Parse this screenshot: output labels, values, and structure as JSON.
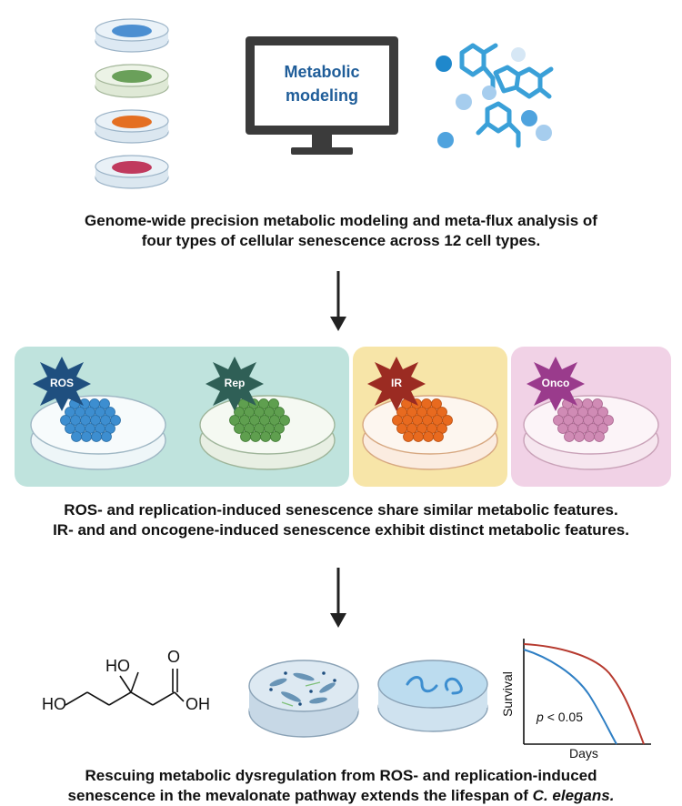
{
  "top": {
    "monitor_text_line1": "Metabolic",
    "monitor_text_line2": "modeling",
    "caption_line1": "Genome-wide precision metabolic modeling and meta-flux analysis of",
    "caption_line2": "four types of cellular senescence across 12 cell types."
  },
  "middle": {
    "labels": [
      "ROS",
      "Rep",
      "IR",
      "Onco"
    ],
    "caption_line1": "ROS- and replication-induced senescence share similar metabolic features.",
    "caption_line2": "IR- and and oncogene-induced senescence exhibit distinct metabolic features."
  },
  "bottom": {
    "molecule": {
      "label_ho_top": "HO",
      "label_ho_left": "HO",
      "label_oh_right": "OH",
      "label_o": "O"
    },
    "survival_plot": {
      "ylabel": "Survival",
      "xlabel": "Days",
      "p_prefix": "p",
      "p_value": "< 0.05"
    },
    "caption_line1": "Rescuing metabolic dysregulation from ROS- and replication-induced",
    "caption_line2_prefix": "senescence in the mevalonate pathway extends the lifespan of ",
    "caption_line2_species": "C. elegans."
  },
  "colors": {
    "teal_panel": "#bfe3dd",
    "yellow_panel": "#f7e5a8",
    "pink_panel": "#f1d2e6",
    "blue_cells": "#3d8ed0",
    "green_cells": "#5f9f4f",
    "orange_cells": "#e86a1f",
    "magenta_cells": "#c45a9a",
    "red_cells": "#c03a5e",
    "molecule_blue": "#3aa0d8",
    "curve_blue": "#2f7fc4",
    "curve_red": "#b63a2f"
  }
}
